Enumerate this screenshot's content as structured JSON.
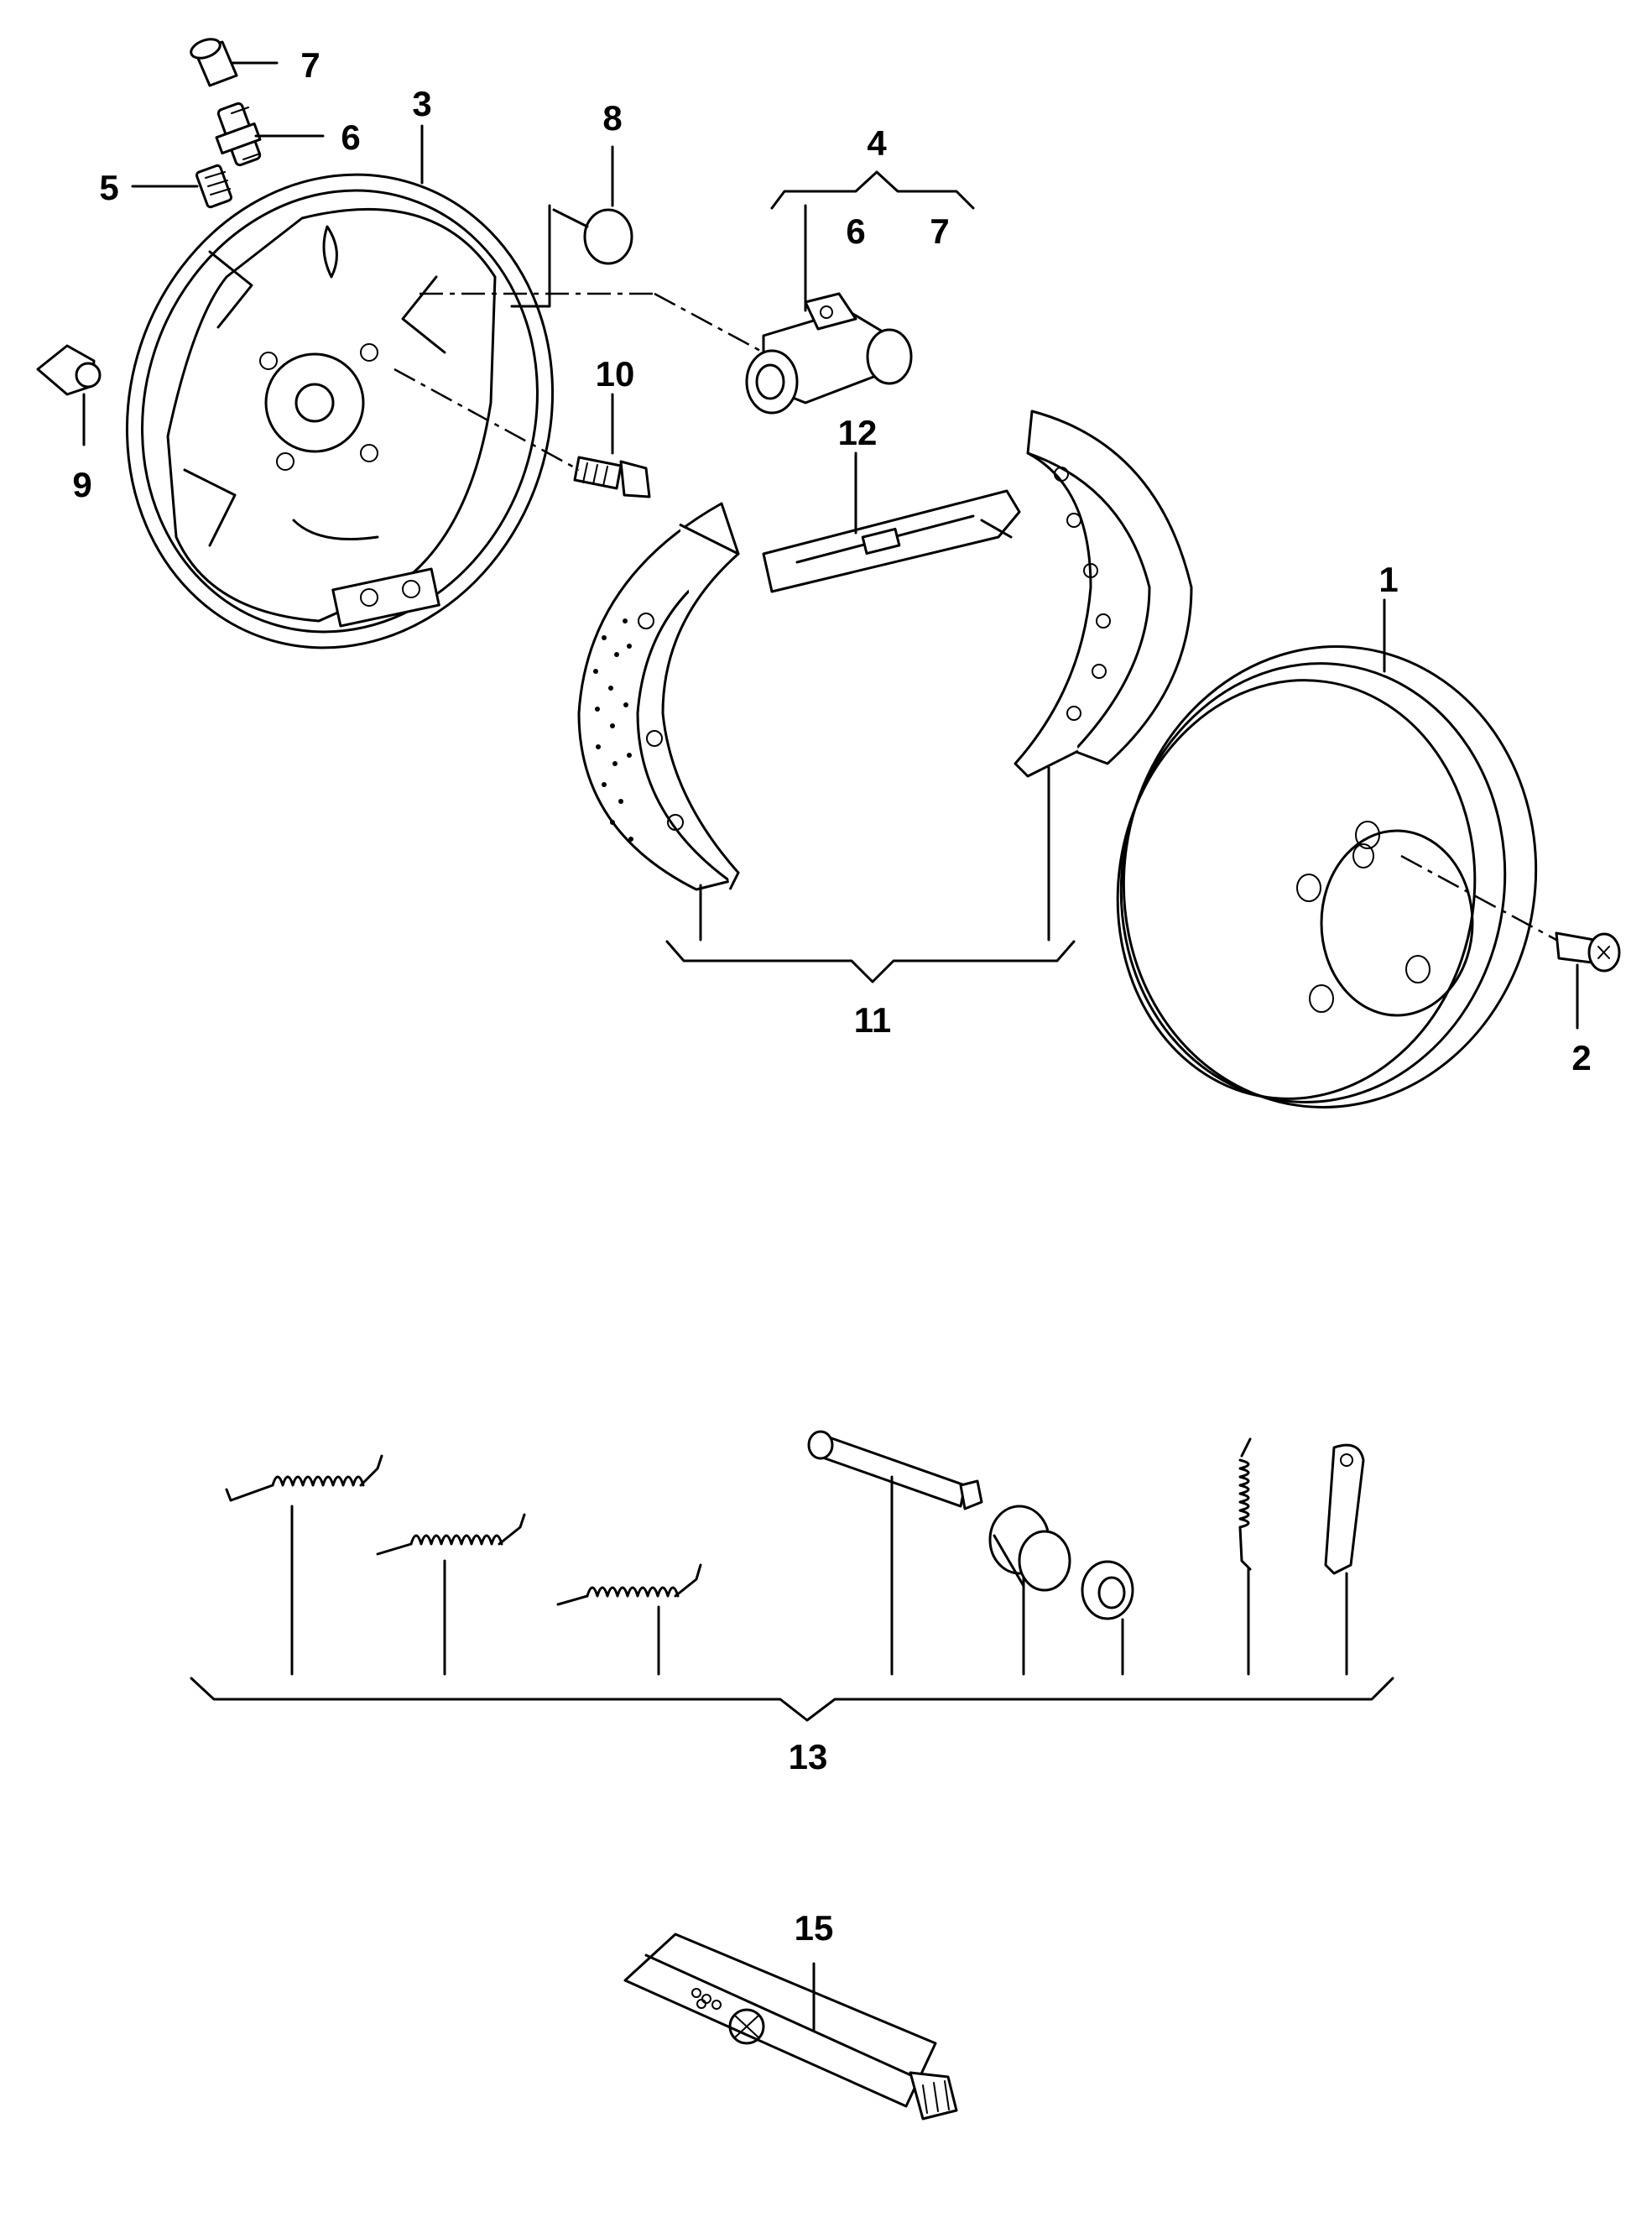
{
  "callouts": {
    "c1": "1",
    "c2": "2",
    "c3": "3",
    "c4": "4",
    "c4_6": "6",
    "c4_7": "7",
    "c5": "5",
    "c6": "6",
    "c7": "7",
    "c8": "8",
    "c9": "9",
    "c10": "10",
    "c11": "11",
    "c12": "12",
    "c13": "13",
    "c15": "15"
  },
  "icons": {
    "drum": "brake-drum-icon",
    "backplate": "brake-backing-plate-icon",
    "cylinder": "wheel-cylinder-icon",
    "shoe": "brake-shoe-icon",
    "spring": "return-spring-icon",
    "tube": "grease-tube-icon"
  }
}
